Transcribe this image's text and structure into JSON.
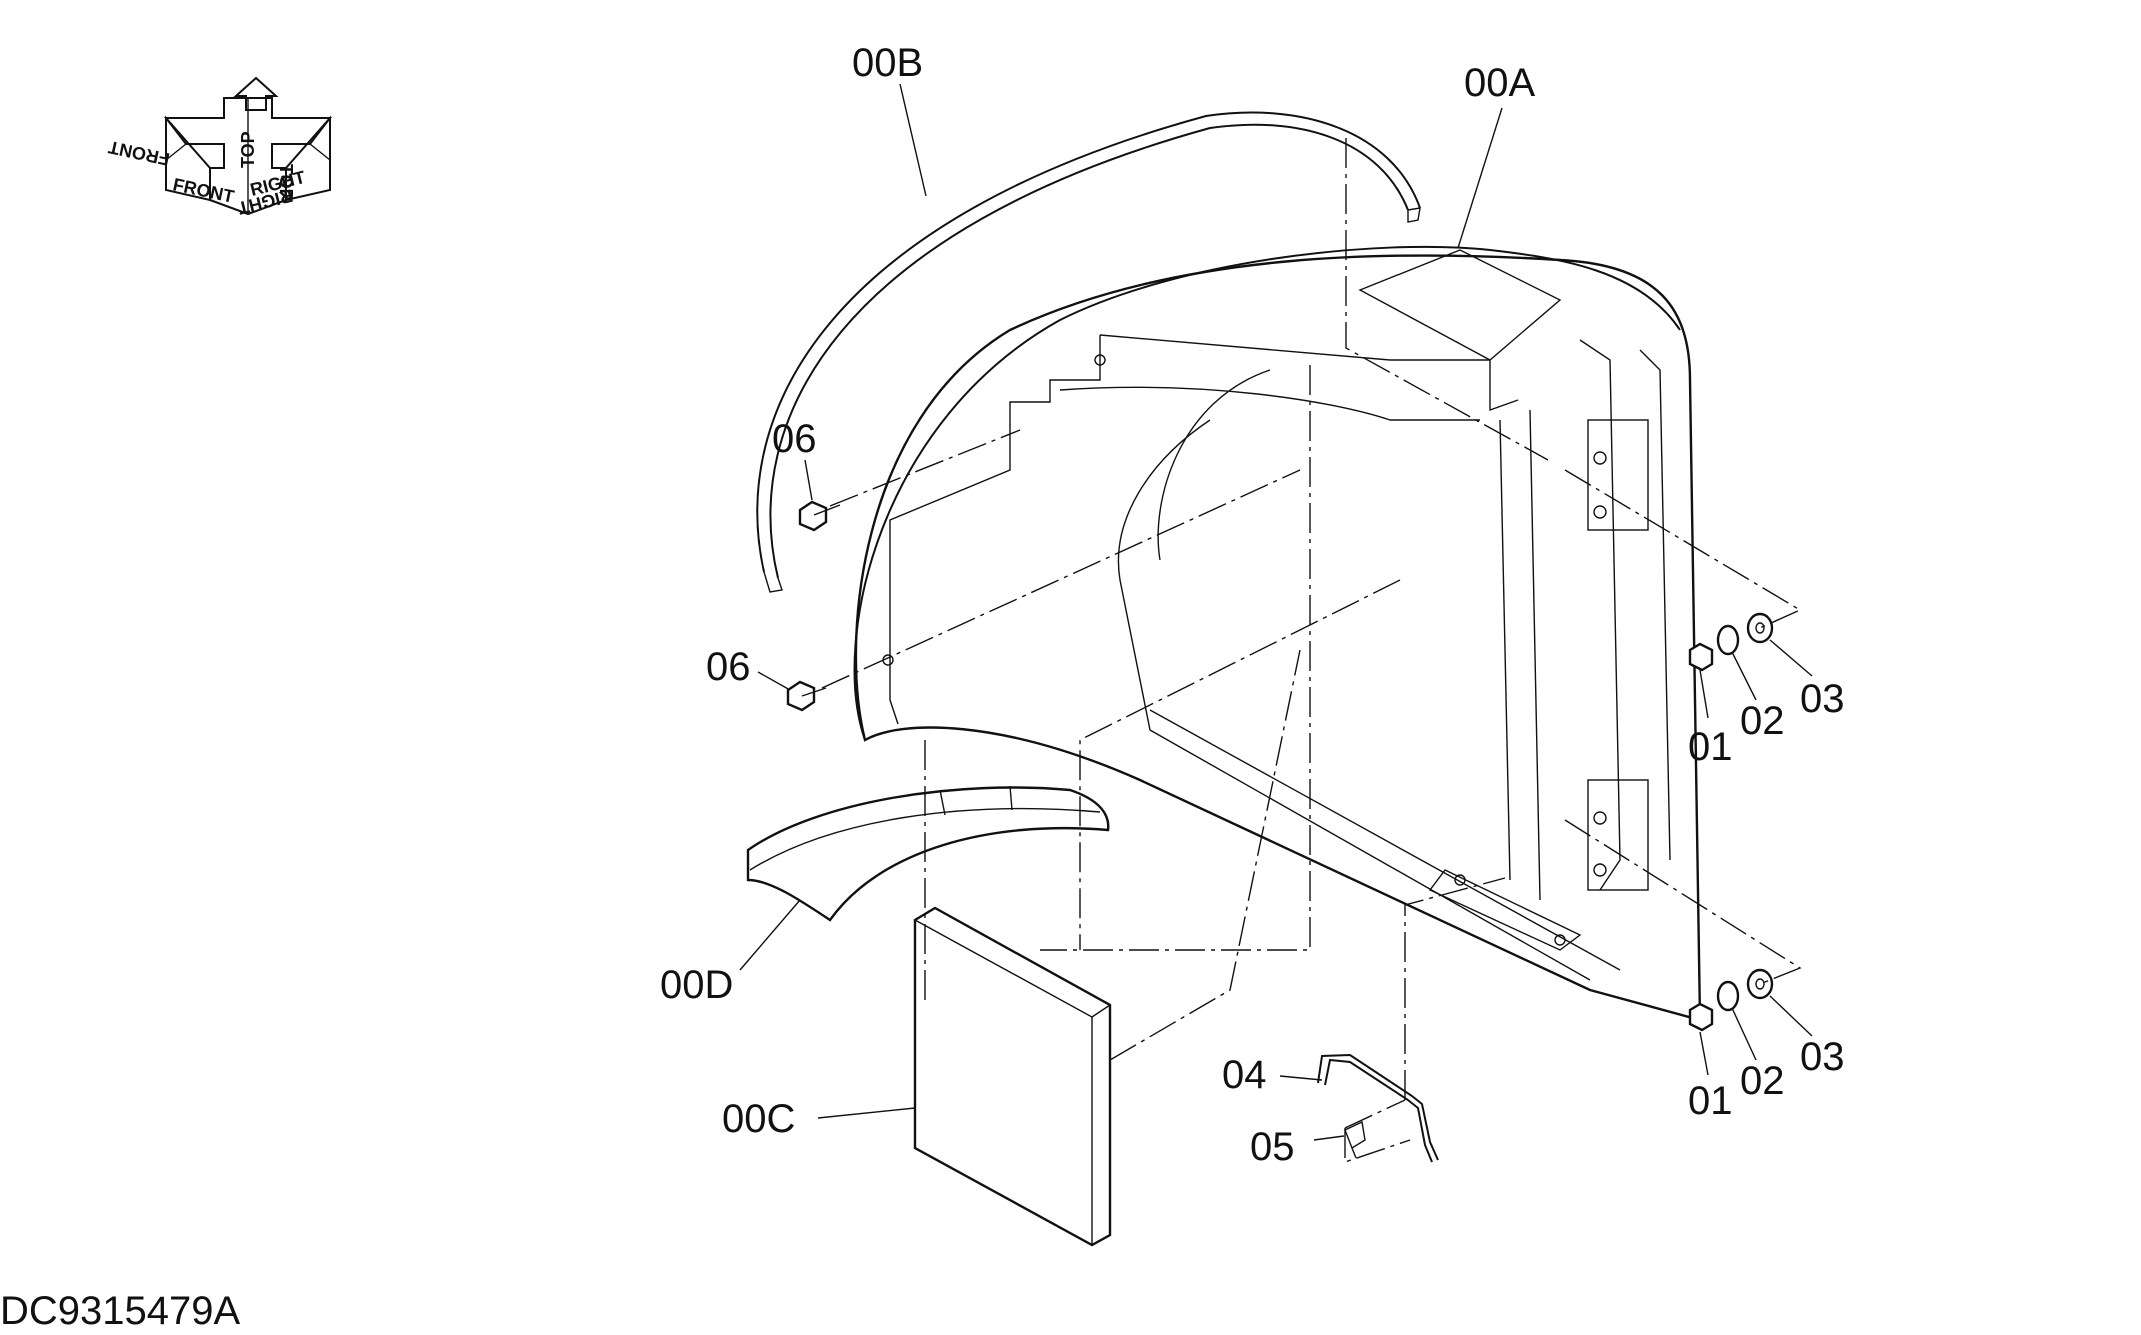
{
  "drawing_code": "DC9315479A",
  "orientation": {
    "front": "FRONT",
    "top": "TOP",
    "right": "RIGHT"
  },
  "callouts": [
    {
      "id": "00B",
      "text": "00B"
    },
    {
      "id": "00A",
      "text": "00A"
    },
    {
      "id": "06a",
      "text": "06"
    },
    {
      "id": "06b",
      "text": "06"
    },
    {
      "id": "00D",
      "text": "00D"
    },
    {
      "id": "00C",
      "text": "00C"
    },
    {
      "id": "04",
      "text": "04"
    },
    {
      "id": "05",
      "text": "05"
    },
    {
      "id": "01a",
      "text": "01"
    },
    {
      "id": "02a",
      "text": "02"
    },
    {
      "id": "03a",
      "text": "03"
    },
    {
      "id": "01b",
      "text": "01"
    },
    {
      "id": "02b",
      "text": "02"
    },
    {
      "id": "03b",
      "text": "03"
    }
  ],
  "colors": {
    "line": "#111111",
    "background": "#ffffff"
  }
}
